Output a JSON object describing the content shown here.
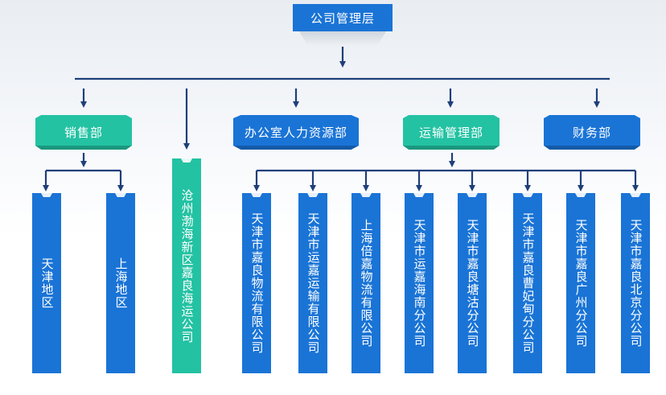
{
  "top": {
    "label": "公司管理层"
  },
  "departments": {
    "sales": "销售部",
    "office_hr": "办公室人力资源部",
    "transport": "运输管理部",
    "finance": "财务部"
  },
  "sales_branches": [
    "天津地区",
    "上海地区"
  ],
  "cangzhou_company": "沧州渤海新区嘉良海运公司",
  "transport_companies": [
    "天津市嘉良物流有限公司",
    "天津市运嘉运输有限公司",
    "上海倍嘉物流有限公司",
    "天津市运嘉海南分公司",
    "天津市嘉良塘沽分公司",
    "天津市嘉良曹妃甸分公司",
    "天津市嘉良广州分公司",
    "天津市嘉良北京分公司"
  ],
  "colors": {
    "blue": "#1a74d6",
    "teal": "#23c2a3",
    "line": "#1e3f7a"
  }
}
